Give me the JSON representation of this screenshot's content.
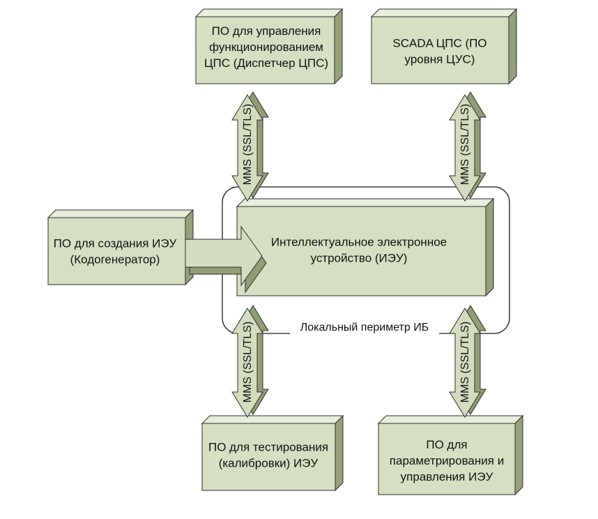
{
  "colors": {
    "box_face": "#d5dfc2",
    "box_top": "#e7eedb",
    "box_side": "#94a27b",
    "stroke": "#2c2c2c",
    "arrow_face": "#d2ddbf",
    "arrow_dark": "#8f9e76",
    "perimeter": "#1a1a1a"
  },
  "boxes": {
    "top_left": [
      "ПО для управления",
      "функционированием",
      "ЦПС (Диспетчер ЦПС)"
    ],
    "top_right": [
      "SCADA ЦПС (ПО",
      "уровня ЦУС)"
    ],
    "left": [
      "ПО для создания ИЭУ",
      "(Кодогенератор)"
    ],
    "center": [
      "Интеллектуальное электронное",
      "устройство (ИЭУ)"
    ],
    "bottom_left": [
      "ПО для тестирования",
      "(калибровки) ИЭУ"
    ],
    "bottom_right": [
      "ПО для",
      "параметрирования и",
      "управления ИЭУ"
    ]
  },
  "perimeter_label": "Локальный периметр ИБ",
  "arrows": {
    "protocol": "MMS (SSL/TLS)"
  }
}
